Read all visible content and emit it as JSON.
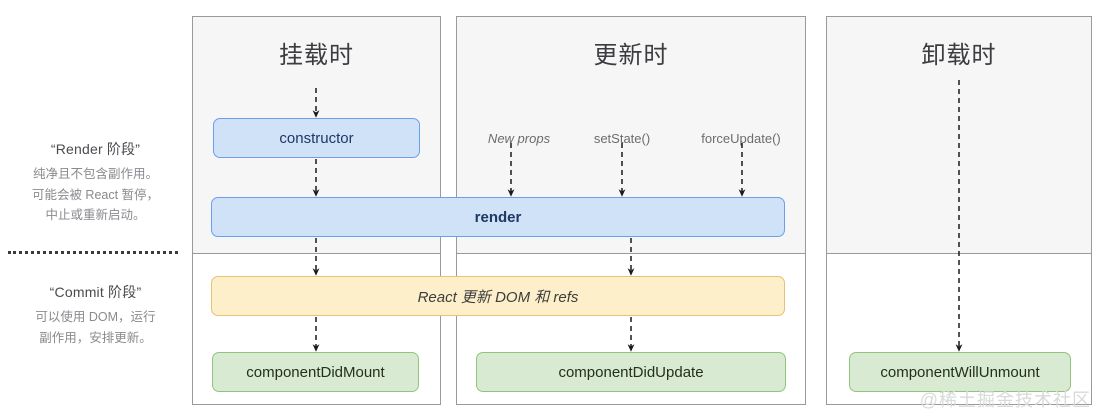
{
  "legend": [
    {
      "id": "render-phase",
      "title": "“Render 阶段”",
      "body": "纯净且不包含副作用。\n可能会被 React 暂停，\n中止或重新启动。"
    },
    {
      "id": "commit-phase",
      "title": "“Commit 阶段”",
      "body": "可以使用 DOM，运行\n副作用，安排更新。"
    }
  ],
  "panels": [
    {
      "id": "mounting",
      "title": "挂载时"
    },
    {
      "id": "updating",
      "title": "更新时"
    },
    {
      "id": "unmounting",
      "title": "卸载时"
    }
  ],
  "triggers": [
    {
      "id": "new-props",
      "label": "New props",
      "italic": true
    },
    {
      "id": "set-state",
      "label": "setState()",
      "italic": false
    },
    {
      "id": "force-update",
      "label": "forceUpdate()",
      "italic": false
    }
  ],
  "boxes": {
    "constructor": "constructor",
    "render": "render",
    "commit": "React 更新 DOM 和 refs",
    "component_did_mount": "componentDidMount",
    "component_did_update": "componentDidUpdate",
    "component_will_unmount": "componentWillUnmount"
  },
  "watermark": "@稀土掘金技术社区",
  "colors": {
    "blue_fill": "#cfe2f8",
    "blue_border": "#6d9eeb",
    "yellow_fill": "#fcefc9",
    "yellow_border": "#e5c275",
    "green_fill": "#d9ead3",
    "green_border": "#93c47d",
    "panel_top_bg": "#f6f6f6",
    "panel_border": "#9a9a9e"
  }
}
